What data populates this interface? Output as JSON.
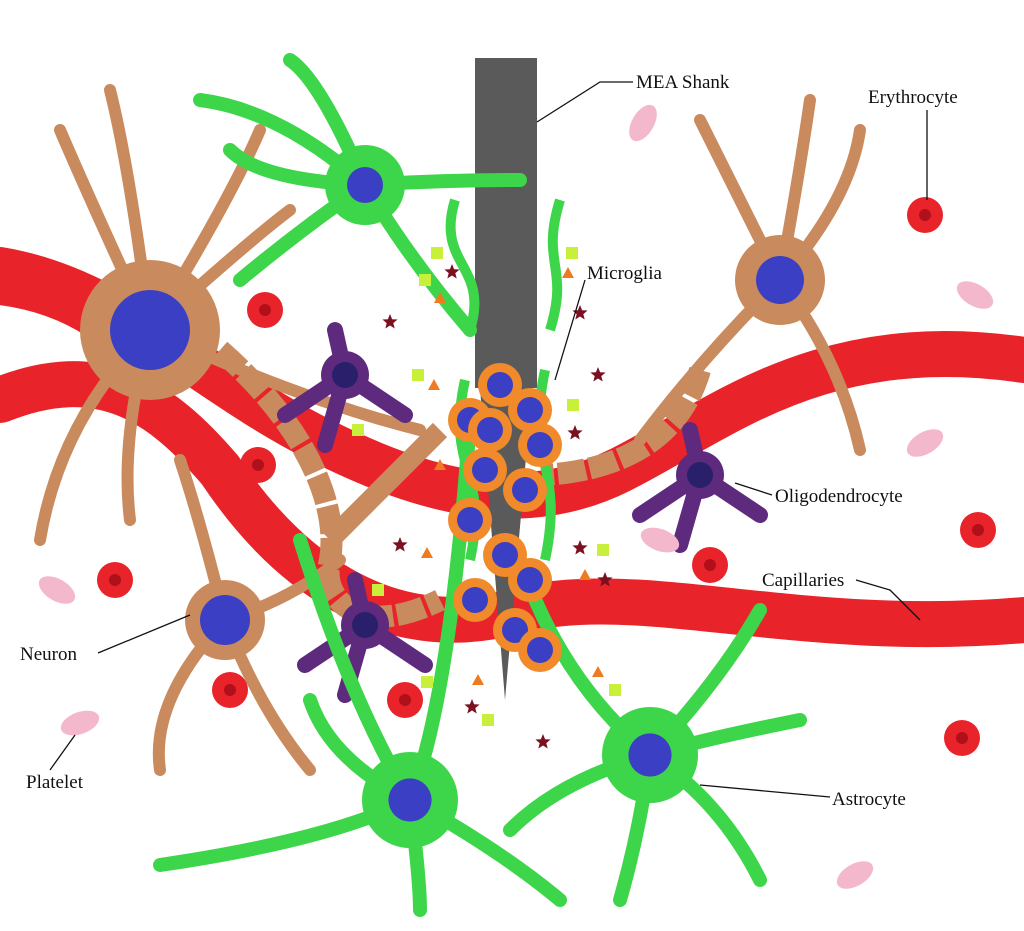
{
  "labels": {
    "mea_shank": "MEA Shank",
    "erythrocyte": "Erythrocyte",
    "microglia": "Microglia",
    "oligodendrocyte": "Oligodendrocyte",
    "capillaries": "Capillaries",
    "neuron": "Neuron",
    "platelet": "Platelet",
    "astrocyte": "Astrocyte"
  },
  "colors": {
    "capillary": "#e8232a",
    "shank": "#5a5a5a",
    "astrocyte": "#3dd64a",
    "neuron": "#c98a5e",
    "nucleus": "#3b3fc4",
    "microglia": "#f08a2a",
    "oligodendrocyte": "#5e2a7e",
    "platelet": "#f4b8cc",
    "star_marker": "#7a1020",
    "square_marker": "#c8f03a",
    "triangle_marker": "#f07a20"
  }
}
